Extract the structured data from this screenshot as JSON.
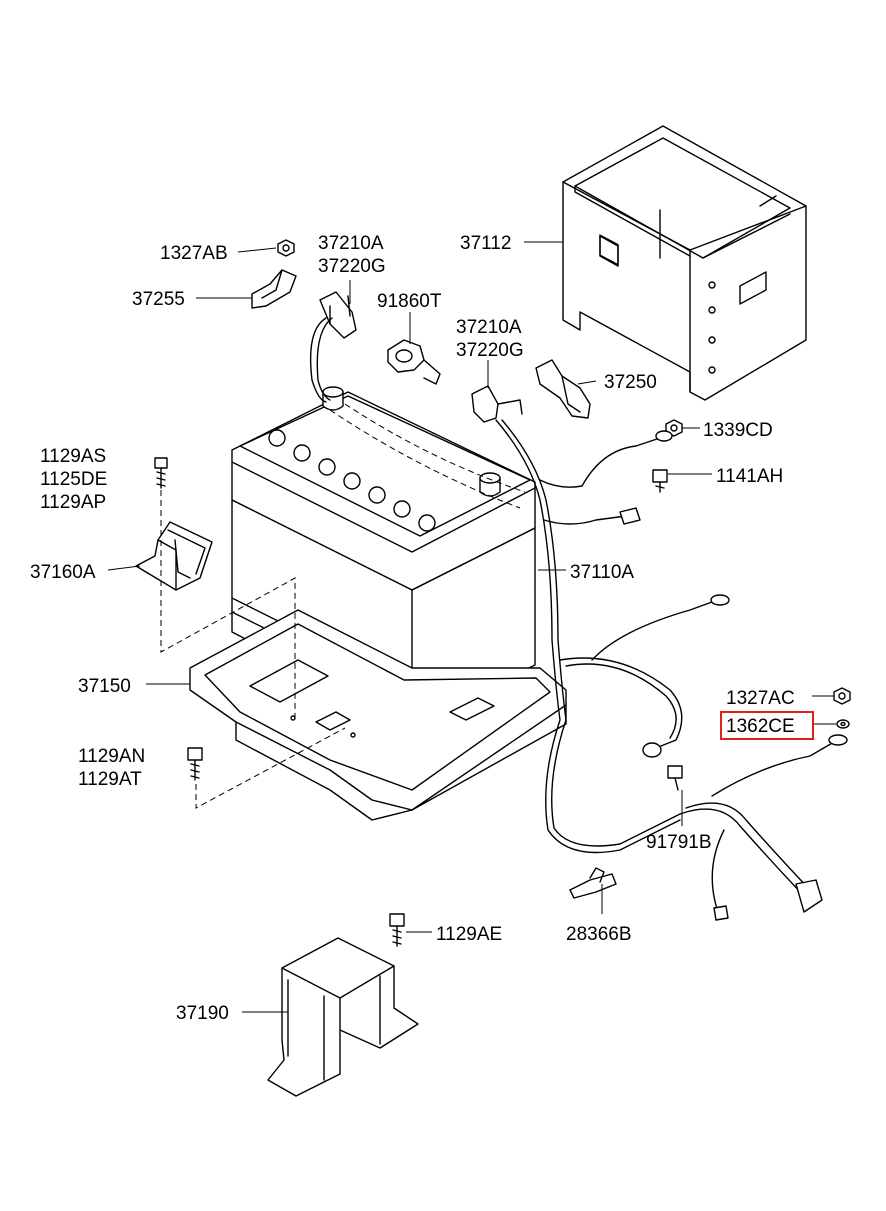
{
  "labels": {
    "l_1327AB": "1327AB",
    "l_37210A_a": "37210A",
    "l_37220G_a": "37220G",
    "l_37112": "37112",
    "l_37255": "37255",
    "l_91860T": "91860T",
    "l_37210A_b": "37210A",
    "l_37220G_b": "37220G",
    "l_37250": "37250",
    "l_1339CD": "1339CD",
    "l_1141AH": "1141AH",
    "l_1129AS": "1129AS",
    "l_1125DE": "1125DE",
    "l_1129AP": "1129AP",
    "l_37160A": "37160A",
    "l_37110A": "37110A",
    "l_37150": "37150",
    "l_1327AC": "1327AC",
    "l_1362CE": "1362CE",
    "l_1129AN": "1129AN",
    "l_1129AT": "1129AT",
    "l_91791B": "91791B",
    "l_28366B": "28366B",
    "l_1129AE": "1129AE",
    "l_37190": "37190"
  },
  "highlight": {
    "part": "1362CE",
    "color": "#e0201b"
  }
}
